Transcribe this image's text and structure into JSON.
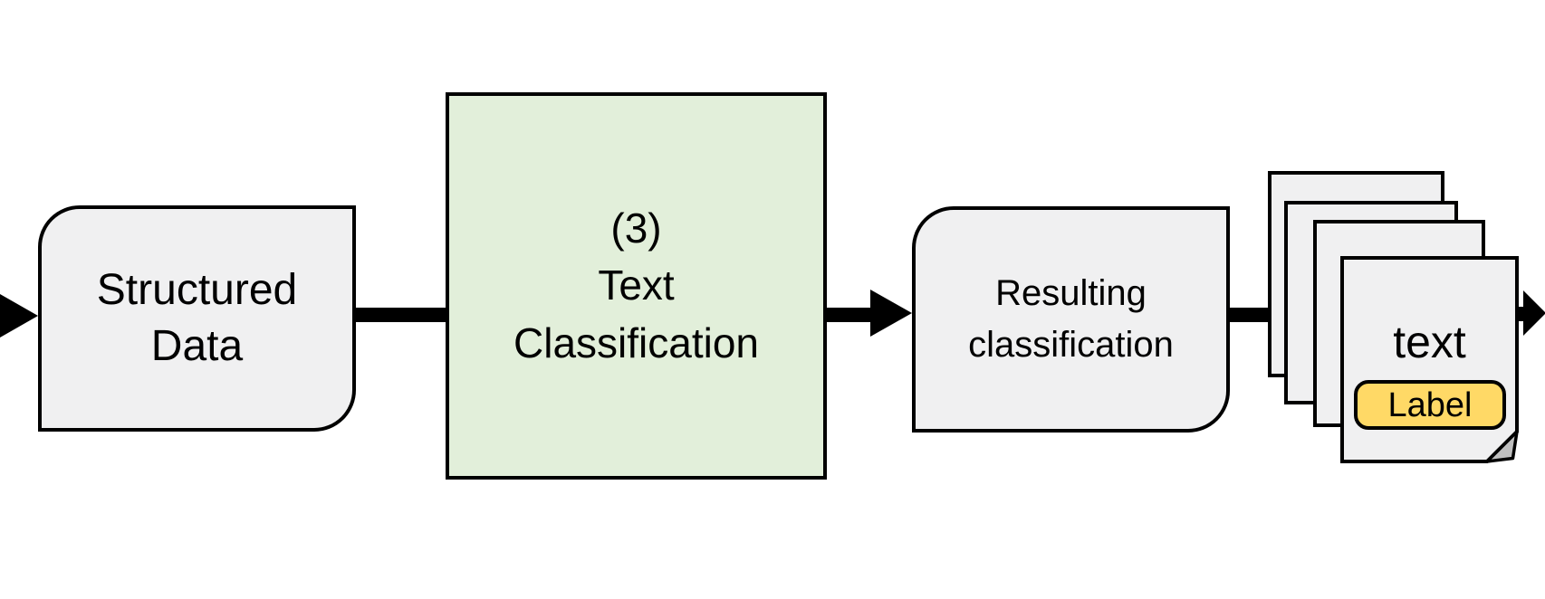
{
  "diagram": {
    "type": "flowchart",
    "background_color": "#ffffff",
    "connector_color": "#000000",
    "nodes": {
      "structured_data": {
        "shape": "card",
        "lines": [
          "Structured",
          "Data"
        ],
        "fill": "#f0f0f1",
        "border_color": "#000000"
      },
      "text_classification": {
        "shape": "process",
        "lines": [
          "(3)",
          "Text",
          "Classification"
        ],
        "fill": "#e2efda",
        "border_color": "#000000"
      },
      "resulting_classification": {
        "shape": "card",
        "lines": [
          "Resulting",
          "classification"
        ],
        "fill": "#f0f0f1",
        "border_color": "#000000"
      },
      "labeled_documents": {
        "shape": "document-stack",
        "page_count": 4,
        "front_text": "text",
        "badge_label": "Label",
        "page_fill": "#f0f0f1",
        "badge_fill": "#ffd966",
        "badge_border_color": "#000000",
        "fold_fill": "#bfbfbf"
      }
    },
    "connectors": [
      {
        "name": "incoming-arrow",
        "style": "arrowhead",
        "from": "left-edge",
        "to": "structured_data"
      },
      {
        "name": "structured-to-classification",
        "style": "line",
        "from": "structured_data",
        "to": "text_classification"
      },
      {
        "name": "classification-to-resulting",
        "style": "arrow",
        "from": "text_classification",
        "to": "resulting_classification"
      },
      {
        "name": "resulting-to-documents",
        "style": "line",
        "from": "resulting_classification",
        "to": "labeled_documents"
      },
      {
        "name": "outgoing-arrow",
        "style": "arrow",
        "from": "labeled_documents",
        "to": "right-edge"
      }
    ]
  }
}
